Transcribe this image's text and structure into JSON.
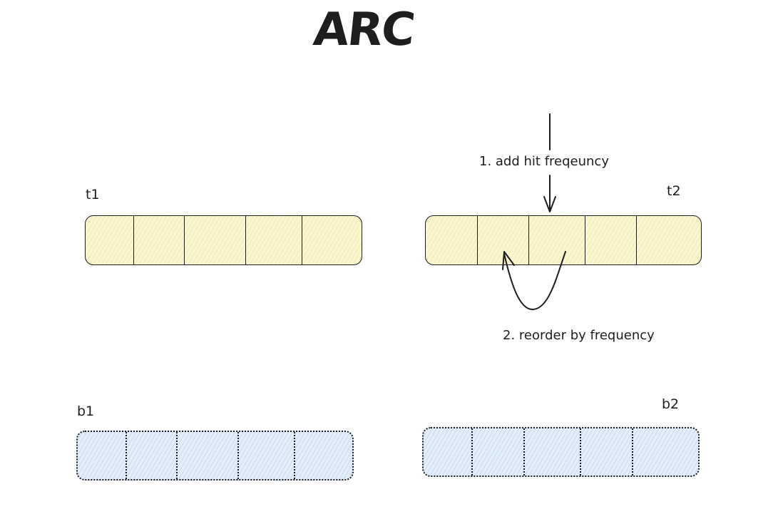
{
  "diagram": {
    "title": "ARC",
    "lists": {
      "t1": {
        "label": "t1",
        "cells": 5
      },
      "t2": {
        "label": "t2",
        "cells": 5
      },
      "b1": {
        "label": "b1",
        "cells": 5
      },
      "b2": {
        "label": "b2",
        "cells": 5
      }
    },
    "steps": {
      "step1": "1. add hit freqeuncy",
      "step2": "2. reorder by frequency"
    },
    "colors": {
      "stroke": "#1e1e1e",
      "t_fill": "#fbf6d2",
      "b_fill": "#e4eef9"
    }
  }
}
